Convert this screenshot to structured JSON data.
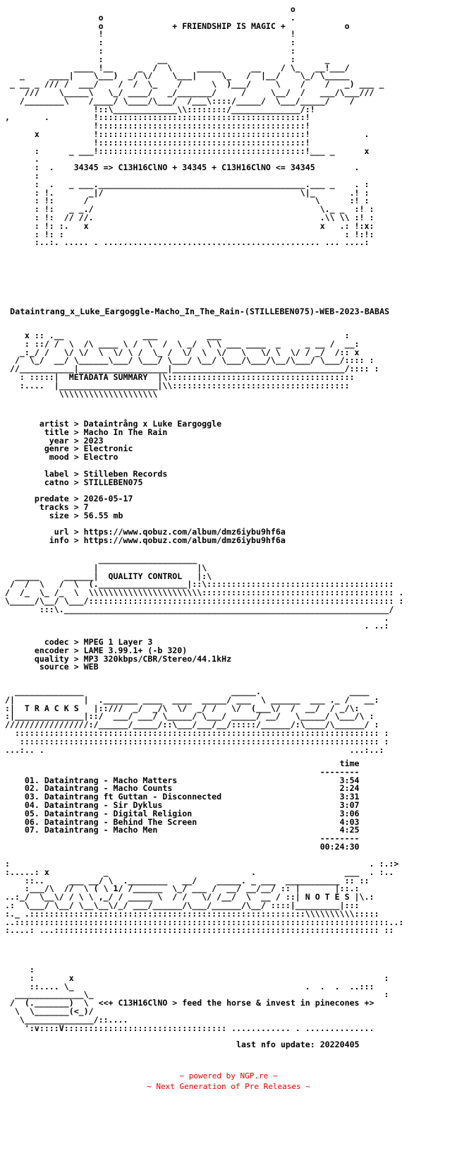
{
  "header_art": {
    "slogan": "+ FRIENDSHIP IS MAGIC +",
    "formula": "34345 => C13H16ClNO + 34345 + C13H16ClNO <= 34345"
  },
  "release_name": "Dataintrang_x_Luke_Eargoggle-Macho_In_The_Rain-(STILLEBEN075)-WEB-2023-BABAS",
  "sections": {
    "metadata": "METADATA SUMMARY",
    "quality": "QUALITY CONTROL",
    "tracks": "T R A C K S",
    "notes": "N O T E S"
  },
  "metadata": [
    [
      "artist",
      "Dataintrång x Luke Eargoggle"
    ],
    [
      "title",
      "Macho In The Rain"
    ],
    [
      "year",
      "2023"
    ],
    [
      "genre",
      "Electronic"
    ],
    [
      "mood",
      "Electro"
    ],
    [
      "",
      ""
    ],
    [
      "label",
      "Stilleben Records"
    ],
    [
      "catno",
      "STILLEBEN075"
    ],
    [
      "",
      ""
    ],
    [
      "predate",
      "2026-05-17"
    ],
    [
      "tracks",
      "7"
    ],
    [
      "size",
      "56.55 mb"
    ],
    [
      "",
      ""
    ],
    [
      "url",
      "https://www.qobuz.com/album/dmz6iybu9hf6a"
    ],
    [
      "info",
      "https://www.qobuz.com/album/dmz6iybu9hf6a"
    ]
  ],
  "quality": [
    [
      "codec",
      "MPEG 1 Layer 3"
    ],
    [
      "encoder",
      "LAME 3.99.1+ (-b 320)"
    ],
    [
      "quality",
      "MP3 320kbps/CBR/Stereo/44.1kHz"
    ],
    [
      "source",
      "WEB"
    ]
  ],
  "tracklist": {
    "time_header": "time",
    "tracks": [
      [
        "01.",
        "Dataintrang - Macho Matters",
        "3:54"
      ],
      [
        "02.",
        "Dataintrang - Macho Counts",
        "2:24"
      ],
      [
        "03.",
        "Dataintrang ft Guttan - Disconnected",
        "3:31"
      ],
      [
        "04.",
        "Dataintrang - Sir Dyklus",
        "3:07"
      ],
      [
        "05.",
        "Dataintrang - Digital Religion",
        "3:06"
      ],
      [
        "06.",
        "Dataintrang - Behind The Screen",
        "4:03"
      ],
      [
        "07.",
        "Dataintrang - Macho Men",
        "4:25"
      ]
    ],
    "total": "00:24:30"
  },
  "notes": {
    "tagline": "<<+ C13H16ClNO > feed the horse & invest in pinecones +>",
    "last_update": "last nfo update: 20220405"
  },
  "footer": {
    "line1": "~ powered by NGP.re ~",
    "line2": "~ Next Generation of Pre Releases ~"
  }
}
